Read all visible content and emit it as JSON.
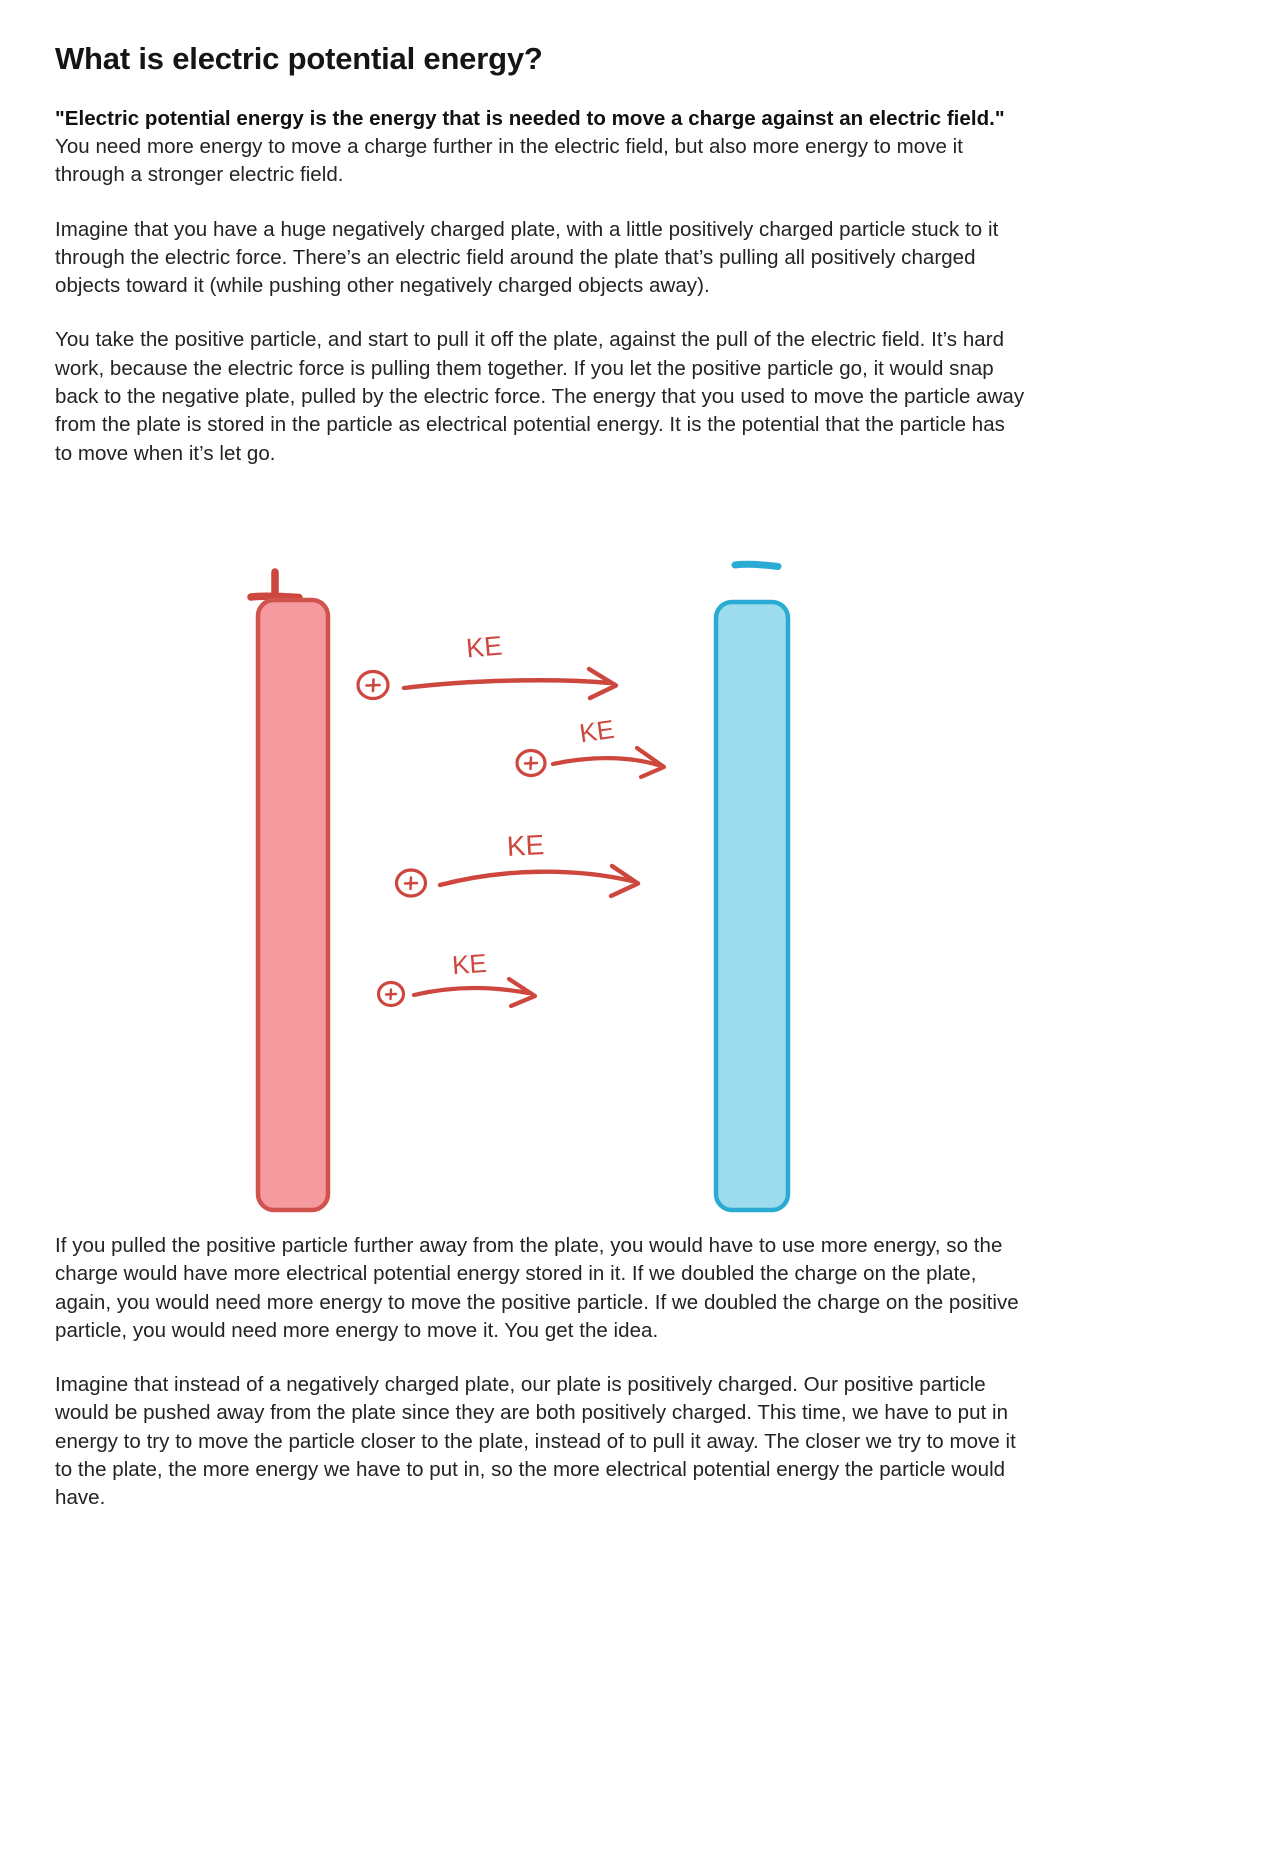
{
  "article": {
    "title": "What is electric potential energy?",
    "paragraphs": [
      {
        "id": "definition",
        "bold_lead": "\"Electric potential energy is the energy that is needed to move a charge against an electric field.\"",
        "rest": " You need more energy to move a charge further in the electric field, but also more energy to move it through a stronger electric field."
      },
      {
        "id": "imagine-plate",
        "text": "Imagine that you have a huge negatively charged plate, with a little positively charged particle stuck to it through the electric force. There’s an electric field around the plate that’s pulling all positively charged objects toward it (while pushing other negatively charged objects away)."
      },
      {
        "id": "pull-off-plate",
        "text": "You take the positive particle, and start to pull it off the plate, against the pull of the electric field. It’s hard work, because the electric force is pulling them together. If you let the positive particle go, it would snap back to the negative plate, pulled by the electric force. The energy that you used to move the particle away from the plate is stored in the particle as electrical potential energy. It is the potential that the particle has to move when it’s let go."
      }
    ],
    "paragraphs_after_figure": [
      {
        "id": "further-away",
        "text": "If you pulled the positive particle further away from the plate, you would have to use more energy, so the charge would have more electrical potential energy stored in it. If we doubled the charge on the plate, again, you would need more energy to move the positive particle. If we doubled the charge on the positive particle, you would need more energy to move it. You get the idea."
      },
      {
        "id": "positively-charged-plate",
        "text": "Imagine that instead of a negatively charged plate, our plate is positively charged. Our positive particle would be pushed away from the plate since they are both positively charged. This time, we have to put in energy to try to move the particle closer to the plate, instead of to pull it away. The closer we try to move it to the plate, the more energy we have to put in, so the more electrical potential energy the particle would have."
      }
    ]
  },
  "figure": {
    "name": "electric-field-plates-diagram",
    "colors": {
      "positive_fill": "#F59BA0",
      "positive_stroke": "#D1534E",
      "negative_fill": "#9DDBEE",
      "negative_stroke": "#29ABD4",
      "sketch_red": "#CE473F"
    },
    "plates": [
      {
        "id": "positive-plate",
        "sign_label": "+",
        "fill": "#F59BA0",
        "stroke": "#D1534E"
      },
      {
        "id": "negative-plate",
        "sign_label": "−",
        "fill": "#9DDBEE",
        "stroke": "#29ABD4"
      }
    ],
    "particles": [
      {
        "id": "particle-1",
        "charge_label": "+",
        "arrow_label": "KE"
      },
      {
        "id": "particle-2",
        "charge_label": "+",
        "arrow_label": "KE"
      },
      {
        "id": "particle-3",
        "charge_label": "+",
        "arrow_label": "KE"
      },
      {
        "id": "particle-4",
        "charge_label": "+",
        "arrow_label": "KE"
      }
    ]
  }
}
